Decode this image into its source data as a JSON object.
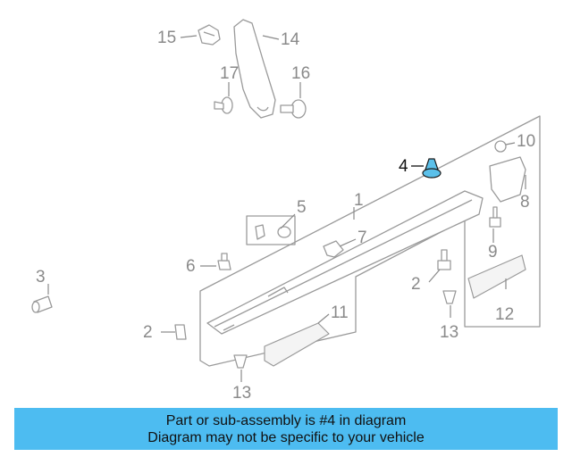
{
  "diagram": {
    "callouts": {
      "c1": "1",
      "c2a": "2",
      "c2b": "2",
      "c3": "3",
      "c4": "4",
      "c5": "5",
      "c6": "6",
      "c7": "7",
      "c8": "8",
      "c9": "9",
      "c10": "10",
      "c11": "11",
      "c12": "12",
      "c13a": "13",
      "c13b": "13",
      "c14": "14",
      "c15": "15",
      "c16": "16",
      "c17": "17"
    },
    "highlighted_part": "4",
    "colors": {
      "highlight": "#5bc0ea",
      "banner": "#4dbcf1",
      "lines": "#9a9a9a"
    }
  },
  "banner": {
    "line1": "Part or sub-assembly is #4 in diagram",
    "line2": "Diagram may not be specific to your vehicle"
  }
}
